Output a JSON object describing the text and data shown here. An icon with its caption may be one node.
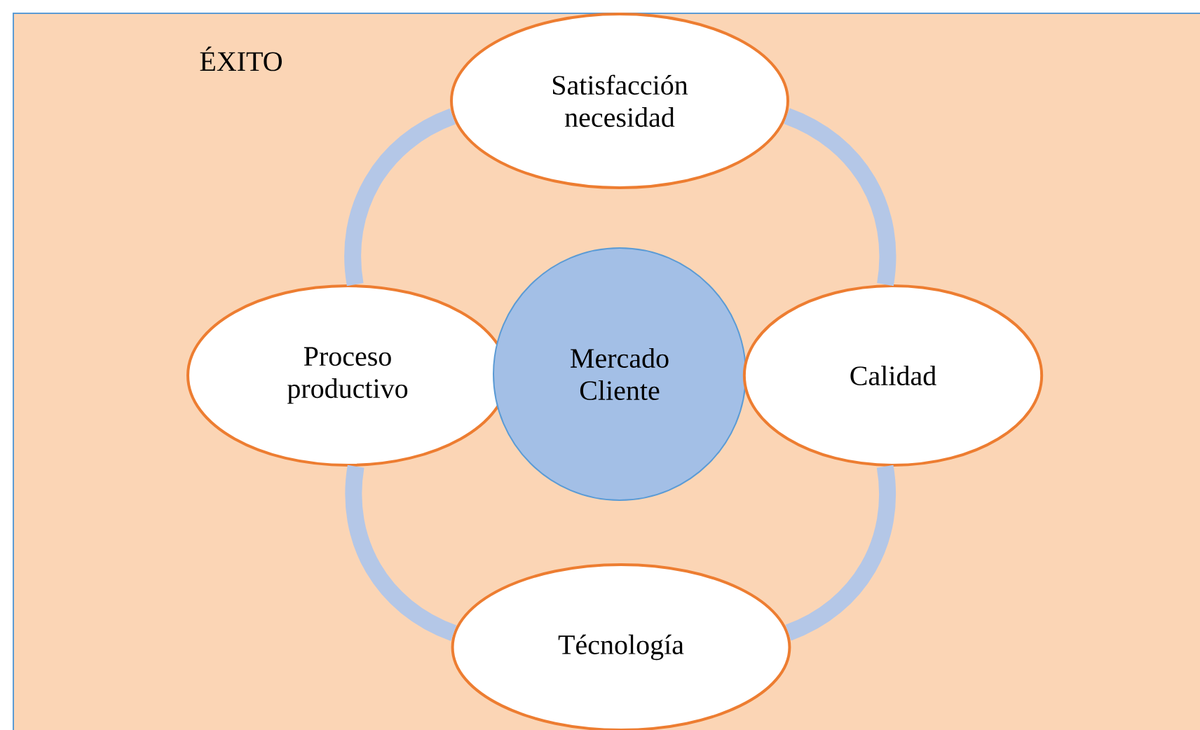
{
  "diagram": {
    "nodes": [
      {
        "text": [
          "ÉXITO"
        ]
      },
      {
        "text": [
          "Satisfacción necesidad"
        ],
        "in": 0
      },
      {
        "text": [
          "Proceso productivo"
        ],
        "in": 0
      },
      {
        "text": [
          "Mercado Cliente"
        ],
        "in": 0
      },
      {
        "text": [
          "Calidad"
        ],
        "in": 0
      },
      {
        "text": [
          "Técnología"
        ],
        "in": 0
      }
    ],
    "edges": [
      {
        "from": 1,
        "to": 4,
        "arrow": "none"
      },
      {
        "from": 4,
        "to": 5,
        "arrow": "none"
      },
      {
        "from": 5,
        "to": 2,
        "arrow": "none"
      },
      {
        "from": 2,
        "to": 1,
        "arrow": "none"
      }
    ]
  }
}
